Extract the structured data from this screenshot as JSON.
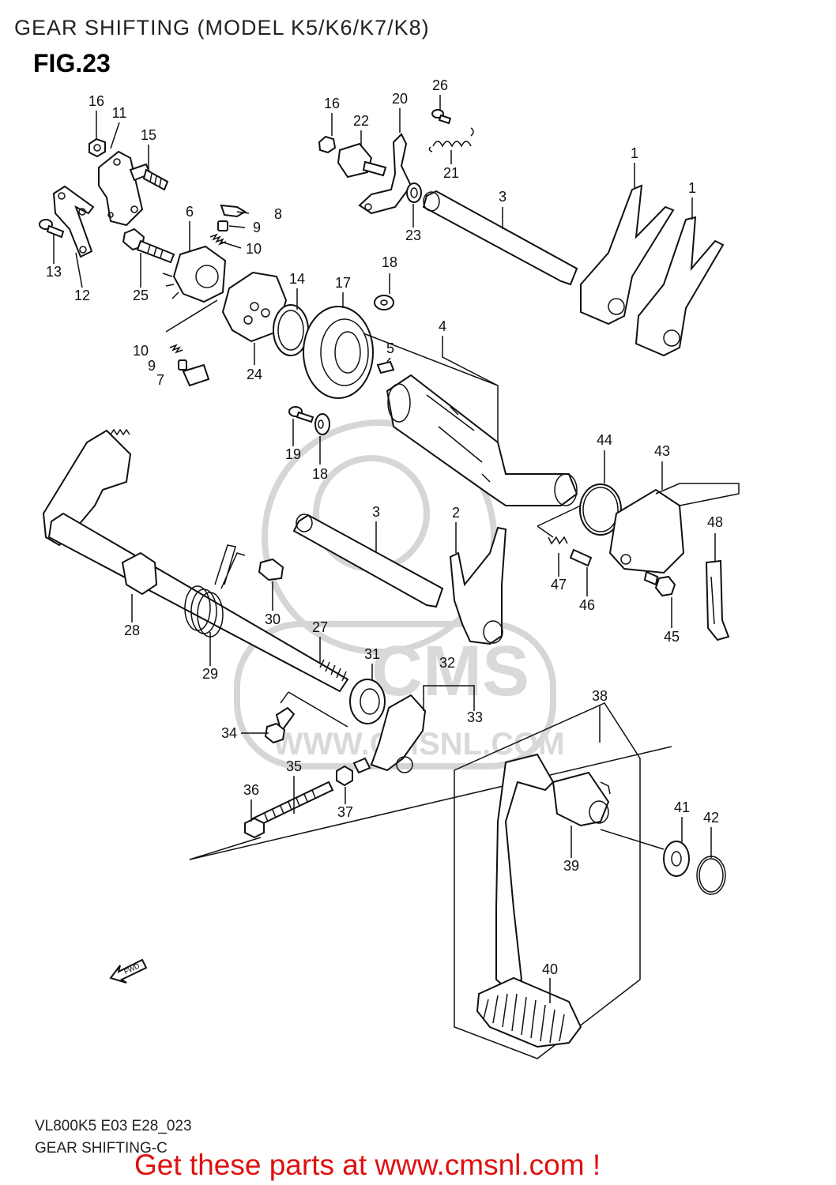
{
  "header": {
    "title": "GEAR SHIFTING (MODEL K5/K6/K7/K8)",
    "figure": "FIG.23"
  },
  "watermark": {
    "logo_text": "CMS",
    "url_text": "WWW.CMSNL.COM"
  },
  "parts": [
    {
      "id": "1a",
      "label": "1"
    },
    {
      "id": "1b",
      "label": "1"
    },
    {
      "id": "2",
      "label": "2"
    },
    {
      "id": "3a",
      "label": "3"
    },
    {
      "id": "3b",
      "label": "3"
    },
    {
      "id": "4",
      "label": "4"
    },
    {
      "id": "5",
      "label": "5"
    },
    {
      "id": "6",
      "label": "6"
    },
    {
      "id": "7",
      "label": "7"
    },
    {
      "id": "8",
      "label": "8"
    },
    {
      "id": "9a",
      "label": "9"
    },
    {
      "id": "9b",
      "label": "9"
    },
    {
      "id": "10a",
      "label": "10"
    },
    {
      "id": "10b",
      "label": "10"
    },
    {
      "id": "11",
      "label": "11"
    },
    {
      "id": "12",
      "label": "12"
    },
    {
      "id": "13",
      "label": "13"
    },
    {
      "id": "14",
      "label": "14"
    },
    {
      "id": "15",
      "label": "15"
    },
    {
      "id": "16a",
      "label": "16"
    },
    {
      "id": "16b",
      "label": "16"
    },
    {
      "id": "17",
      "label": "17"
    },
    {
      "id": "18a",
      "label": "18"
    },
    {
      "id": "18b",
      "label": "18"
    },
    {
      "id": "19",
      "label": "19"
    },
    {
      "id": "20",
      "label": "20"
    },
    {
      "id": "21",
      "label": "21"
    },
    {
      "id": "22",
      "label": "22"
    },
    {
      "id": "23",
      "label": "23"
    },
    {
      "id": "24",
      "label": "24"
    },
    {
      "id": "25",
      "label": "25"
    },
    {
      "id": "26",
      "label": "26"
    },
    {
      "id": "27",
      "label": "27"
    },
    {
      "id": "28",
      "label": "28"
    },
    {
      "id": "29",
      "label": "29"
    },
    {
      "id": "30",
      "label": "30"
    },
    {
      "id": "31",
      "label": "31"
    },
    {
      "id": "32",
      "label": "32"
    },
    {
      "id": "33",
      "label": "33"
    },
    {
      "id": "34",
      "label": "34"
    },
    {
      "id": "35",
      "label": "35"
    },
    {
      "id": "36",
      "label": "36"
    },
    {
      "id": "37",
      "label": "37"
    },
    {
      "id": "38",
      "label": "38"
    },
    {
      "id": "39",
      "label": "39"
    },
    {
      "id": "40",
      "label": "40"
    },
    {
      "id": "41",
      "label": "41"
    },
    {
      "id": "42",
      "label": "42"
    },
    {
      "id": "43",
      "label": "43"
    },
    {
      "id": "44",
      "label": "44"
    },
    {
      "id": "45",
      "label": "45"
    },
    {
      "id": "46",
      "label": "46"
    },
    {
      "id": "47",
      "label": "47"
    },
    {
      "id": "48",
      "label": "48"
    }
  ],
  "fwd_arrow": "FWD",
  "footer": {
    "code": "VL800K5 E03 E28_023",
    "name": "GEAR SHIFTING-C",
    "promo": "Get these parts at www.cmsnl.com !"
  },
  "colors": {
    "promo": "#e01010",
    "line": "#111111",
    "watermark": "#d6d6d6"
  }
}
